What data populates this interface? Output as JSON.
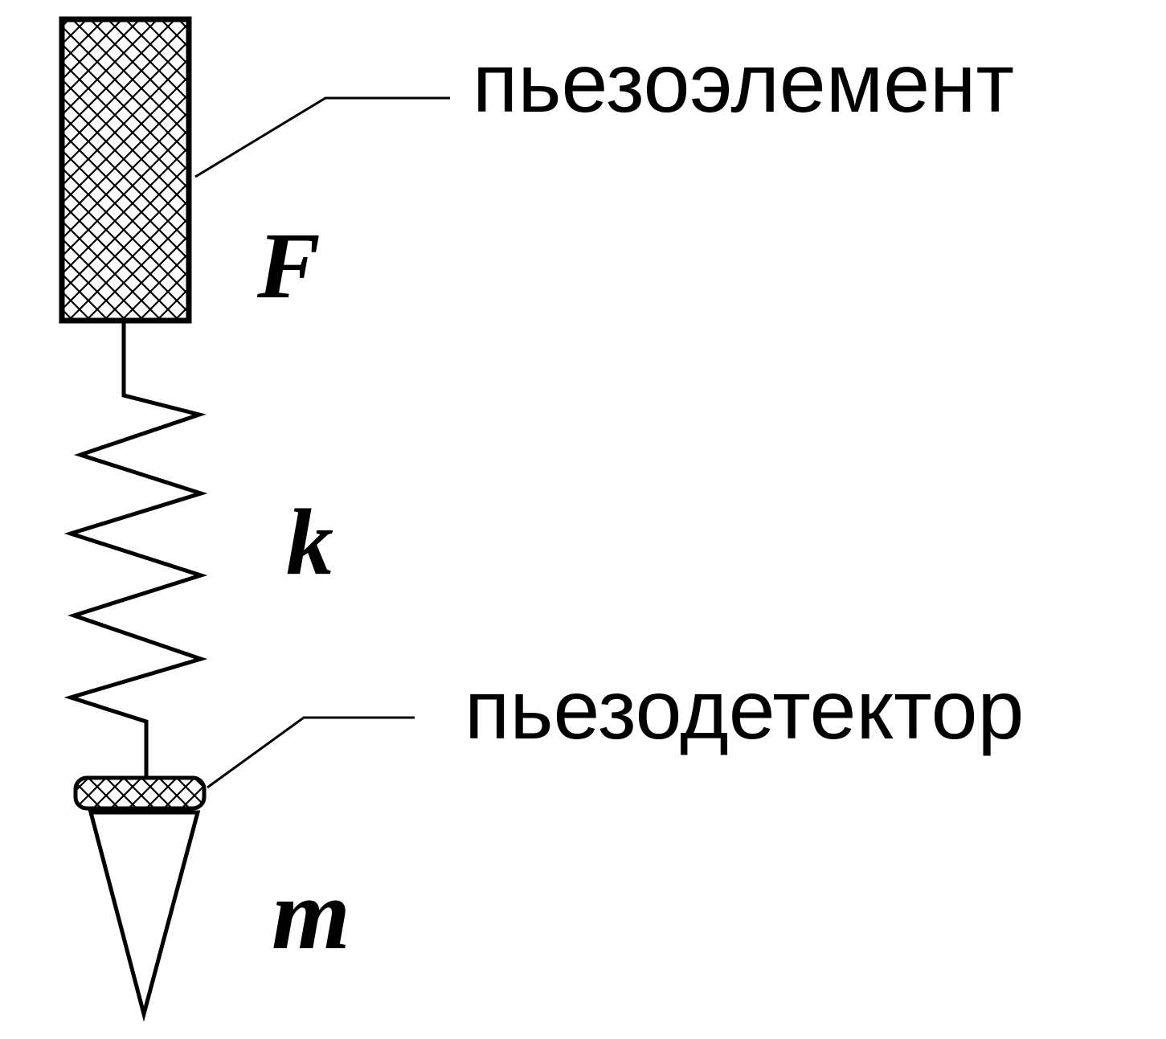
{
  "labels": {
    "piezo_element": "пьезоэлемент",
    "piezo_detector": "пьезодетектор",
    "force": "F",
    "stiffness": "k",
    "mass": "m"
  },
  "colors": {
    "stroke": "#000000",
    "background": "#ffffff"
  }
}
